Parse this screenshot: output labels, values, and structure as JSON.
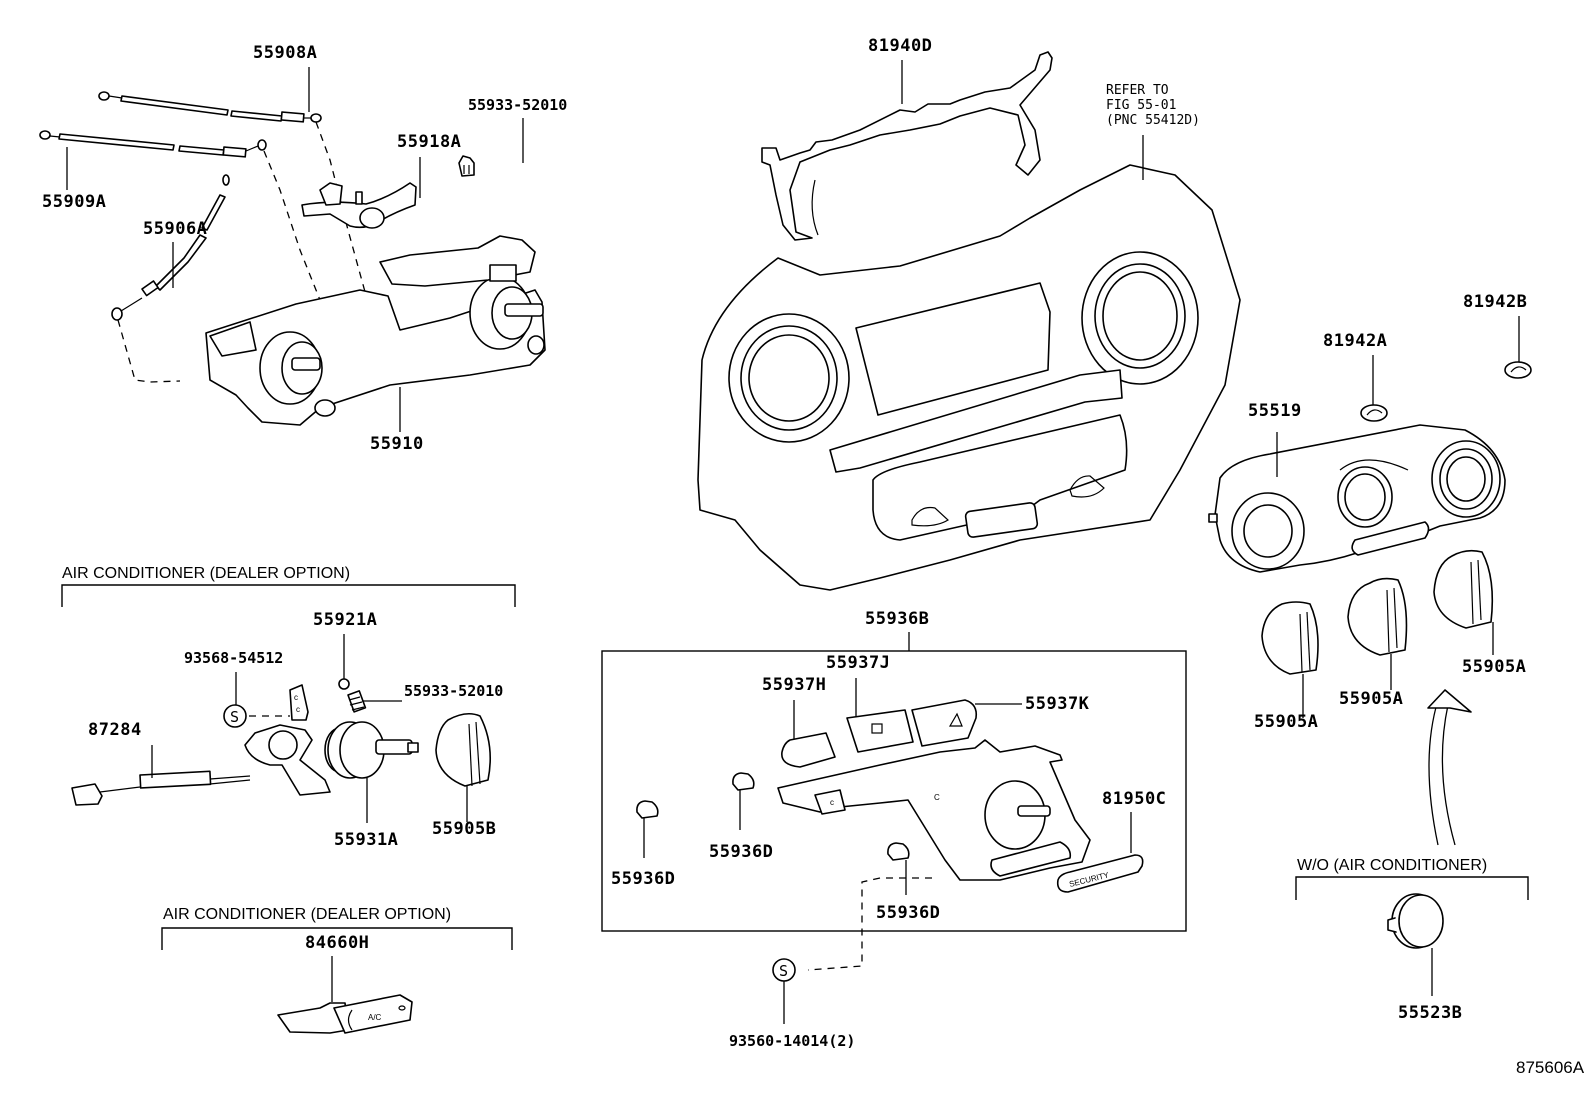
{
  "figure_id": "875606A",
  "labels": {
    "p55908A": "55908A",
    "p55909A": "55909A",
    "p55906A": "55906A",
    "p55918A": "55918A",
    "p55933_top": "55933-52010",
    "p55910": "55910",
    "p81940D": "81940D",
    "p55519": "55519",
    "p81942A": "81942A",
    "p81942B": "81942B",
    "p55905A_1": "55905A",
    "p55905A_2": "55905A",
    "p55905A_3": "55905A",
    "p55921A": "55921A",
    "p93568": "93568-54512",
    "p55933_ac": "55933-52010",
    "p87284": "87284",
    "p55931A": "55931A",
    "p55905B": "55905B",
    "p84660H": "84660H",
    "p55936B": "55936B",
    "p55937J": "55937J",
    "p55937H": "55937H",
    "p55937K": "55937K",
    "p55936D_1": "55936D",
    "p55936D_2": "55936D",
    "p55936D_3": "55936D",
    "p81950C": "81950C",
    "p93560": "93560-14014(2)",
    "p55523B": "55523B"
  },
  "reference_note": {
    "line1": "REFER TO",
    "line2": "FIG 55-01",
    "line3": "(PNC 55412D)"
  },
  "groups": {
    "ac_dealer_option_1": "AIR CONDITIONER (DEALER OPTION)",
    "ac_dealer_option_2": "AIR CONDITIONER (DEALER OPTION)",
    "without_ac": "W/O (AIR CONDITIONER)"
  },
  "symbols": {
    "screw_symbol": "S"
  },
  "part_markings": {
    "security_badge": "SECURITY",
    "ac_switch": "A/C"
  }
}
